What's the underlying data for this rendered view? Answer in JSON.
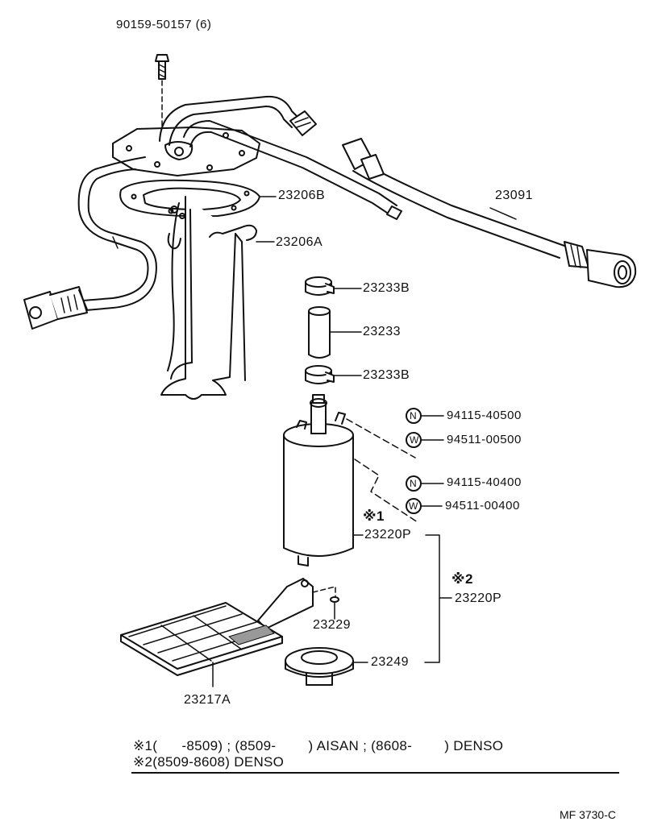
{
  "labels": {
    "bolt": "90159-50157 (6)",
    "gasket": "23206B",
    "bracket": "23206A",
    "fuel_hose": "23091",
    "clamp_top": "23233B",
    "hose": "23233",
    "clamp_bottom": "23233B",
    "nut1": "94115-40500",
    "washer1": "94511-00500",
    "nut2": "94115-40400",
    "washer2": "94511-00400",
    "mark1": "※1",
    "pump": "23220P",
    "mark2": "※2",
    "pump2": "23220P",
    "clip": "23229",
    "cushion": "23249",
    "filter": "23217A",
    "nut_symbol": "N",
    "washer_symbol": "W"
  },
  "notes": {
    "line1": "※1(      -8509) ; (8509-        ) AISAN ; (8608-        ) DENSO",
    "line2": "※2(8509-8608) DENSO"
  },
  "diagram_code": "MF 3730-C"
}
